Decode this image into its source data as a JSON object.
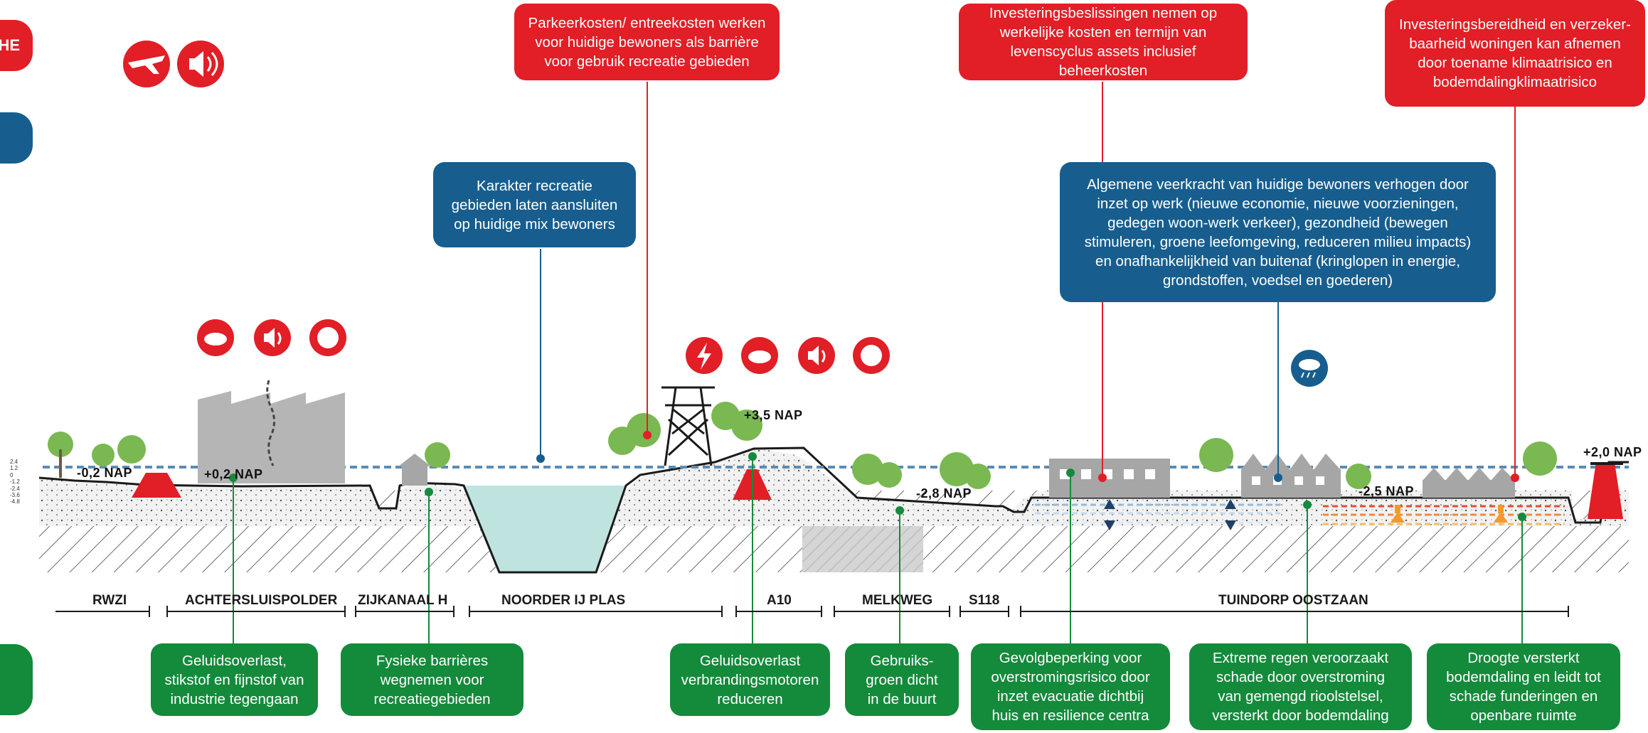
{
  "side_tabs": {
    "top_label": "HE"
  },
  "top_boxes": {
    "parking": "Parkeerkosten/ entreekosten werken\nvoor huidige bewoners als barrière\nvoor gebruik recreatie gebieden",
    "investment": "Investeringsbeslissingen nemen op\nwerkelijke kosten en termijn van\nlevenscyclus assets inclusief beheerkosten",
    "insurance": "Investeringsbereidheid en verzeker-\nbaarheid woningen kan afnemen\ndoor toename klimaatrisico en\nbodemdalingklimaatrisico"
  },
  "blue_boxes": {
    "recreation": "Karakter recreatie\ngebieden laten aansluiten\nop huidige mix bewoners",
    "resilience": "Algemene veerkracht van huidige bewoners verhogen door\ninzet op werk (nieuwe economie, nieuwe voorzieningen,\ngedegen woon-werk verkeer), gezondheid (bewegen\nstimuleren, groene leefomgeving, reduceren milieu impacts)\nen onafhankelijkheid van buitenaf (kringlopen in energie,\ngrondstoffen, voedsel en goederen)"
  },
  "nap_labels": {
    "rwzi": "-0,2 NAP",
    "achtersluis": "+0,2 NAP",
    "a10": "+3,5 NAP",
    "melkweg": "-2,8 NAP",
    "tuindorp": "-2,5 NAP",
    "dike": "+2,0 NAP"
  },
  "elevation_ticks": [
    "2.4",
    "1.2",
    "0",
    "-1.2",
    "-2.4",
    "-3.6",
    "-4.8"
  ],
  "sections": [
    {
      "name": "RWZI"
    },
    {
      "name": "ACHTERSLUISPOLDER"
    },
    {
      "name": "ZIJKANAAL H"
    },
    {
      "name": "NOORDER IJ PLAS"
    },
    {
      "name": "A10"
    },
    {
      "name": "MELKWEG"
    },
    {
      "name": "S118"
    },
    {
      "name": "TUINDORP OOSTZAAN"
    }
  ],
  "bottom_boxes": {
    "noise_industry": "Geluidsoverlast,\nstikstof en fijnstof van\nindustrie tegengaan",
    "barriers": "Fysieke barrières\nwegnemen voor\nrecreatiegebieden",
    "noise_engines": "Geluidsoverlast\nverbrandingsmotoren\nreduceren",
    "green": "Gebruiks-\ngroen dicht\nin de buurt",
    "flood": "Gevolgbeperking voor\noverstromingsrisico door\ninzet evacuatie dichtbij\nhuis en resilience centra",
    "rain": "Extreme regen veroorzaakt\nschade door overstroming\nvan gemengd rioolstelsel,\nversterkt door bodemdaling",
    "drought": "Droogte versterkt\nbodemdaling en leidt tot\nschade funderingen en\nopenbare ruimte"
  },
  "colors": {
    "red": "#e21e26",
    "blue": "#175e8f",
    "green": "#148a3b",
    "water": "#bfe3df"
  },
  "icons": [
    "airplane-noise-icon",
    "sound-icon",
    "no2-cloud-icon",
    "particulate-icon",
    "lightning-icon",
    "rain-cloud-icon"
  ]
}
